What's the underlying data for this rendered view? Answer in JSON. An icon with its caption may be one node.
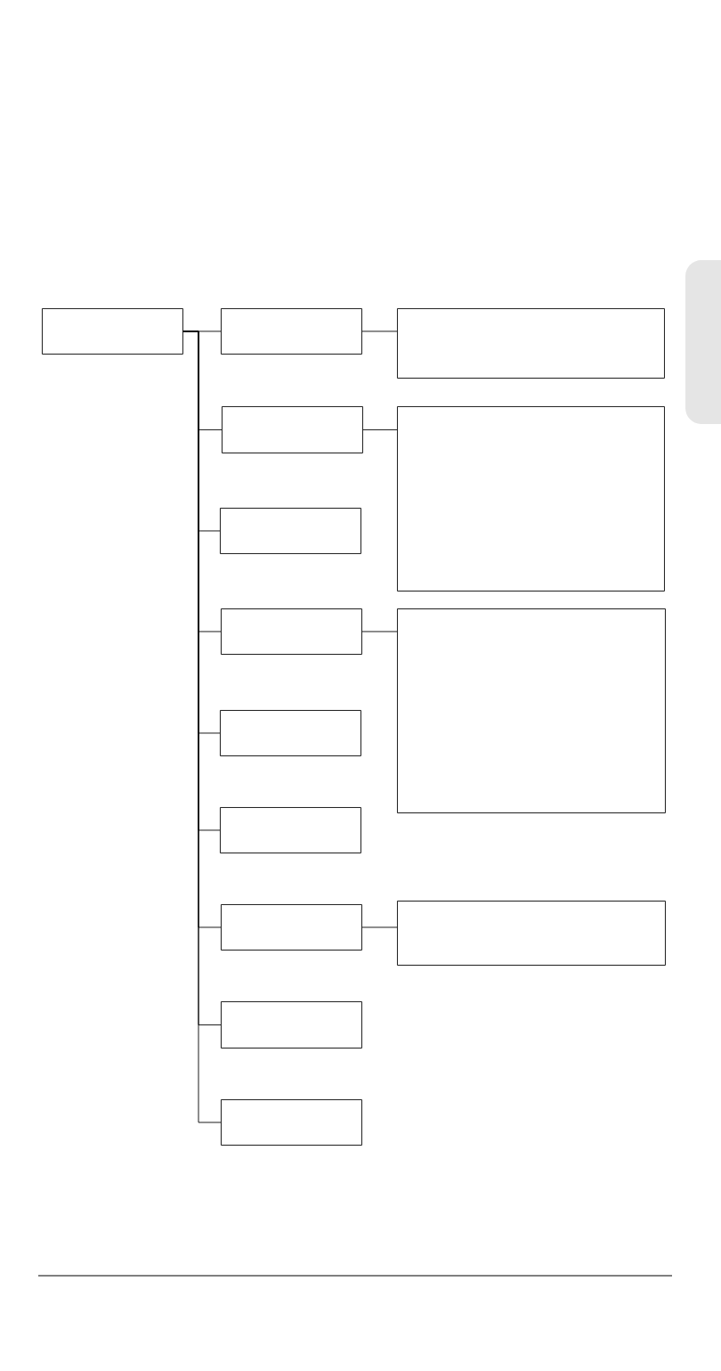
{
  "diagram": {
    "nodes": [
      {
        "text": [],
        "shape": "box"
      },
      {
        "text": [],
        "shape": "box"
      },
      {
        "text": [],
        "shape": "box"
      },
      {
        "text": [],
        "shape": "box"
      },
      {
        "text": [],
        "shape": "box"
      },
      {
        "text": [],
        "shape": "box"
      },
      {
        "text": [],
        "shape": "box"
      },
      {
        "text": [],
        "shape": "box"
      },
      {
        "text": [],
        "shape": "box"
      },
      {
        "text": [],
        "shape": "box"
      },
      {
        "text": [],
        "shape": "box"
      },
      {
        "text": [],
        "shape": "box"
      },
      {
        "text": [],
        "shape": "box"
      },
      {
        "text": [],
        "shape": "box"
      }
    ],
    "edges": [
      {
        "from": 0,
        "to": 1,
        "arrow": "none"
      },
      {
        "from": 0,
        "to": 3,
        "arrow": "none"
      },
      {
        "from": 0,
        "to": 5,
        "arrow": "none"
      },
      {
        "from": 0,
        "to": 6,
        "arrow": "none"
      },
      {
        "from": 0,
        "to": 8,
        "arrow": "none"
      },
      {
        "from": 0,
        "to": 9,
        "arrow": "none"
      },
      {
        "from": 0,
        "to": 10,
        "arrow": "none"
      },
      {
        "from": 0,
        "to": 12,
        "arrow": "none"
      },
      {
        "from": 0,
        "to": 13,
        "arrow": "none"
      },
      {
        "from": 1,
        "to": 2,
        "arrow": "none"
      },
      {
        "from": 3,
        "to": 4,
        "arrow": "none"
      },
      {
        "from": 6,
        "to": 7,
        "arrow": "none"
      },
      {
        "from": 10,
        "to": 11,
        "arrow": "none"
      }
    ]
  }
}
